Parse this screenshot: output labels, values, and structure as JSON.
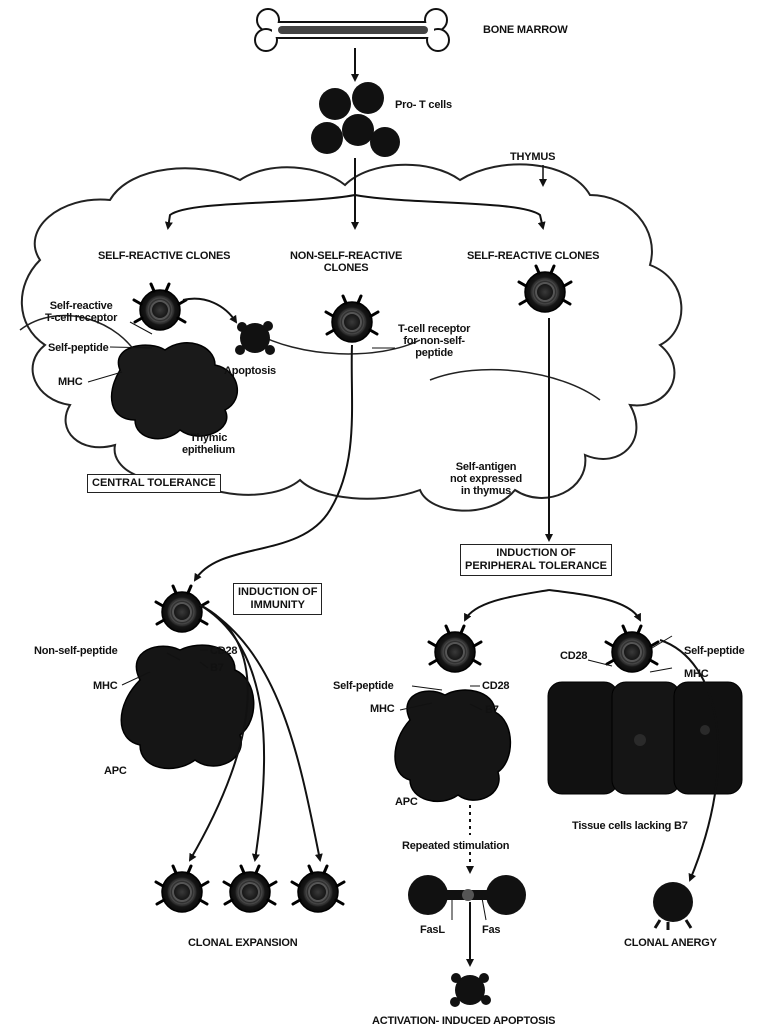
{
  "labels": {
    "bone_marrow": "BONE MARROW",
    "pro_t_cells": "Pro- T cells",
    "thymus": "THYMUS",
    "self_reactive_clones_left": "SELF-REACTIVE CLONES",
    "non_self_reactive_clones": "NON-SELF-REACTIVE\nCLONES",
    "self_reactive_clones_right": "SELF-REACTIVE CLONES",
    "self_reactive_tcr": "Self-reactive\nT-cell receptor",
    "self_peptide_thymus": "Self-peptide",
    "mhc_thymus": "MHC",
    "apoptosis": "Apoptosis",
    "thymic_epithelium": "Thymic\nepithelium",
    "central_tolerance": "CENTRAL TOLERANCE",
    "tcr_non_self": "T-cell receptor\nfor non-self-\npeptide",
    "self_antigen_not_expressed": "Self-antigen\nnot expressed\nin thymus",
    "induction_peripheral_tolerance": "INDUCTION OF\nPERIPHERAL TOLERANCE",
    "induction_immunity": "INDUCTION OF\nIMMUNITY",
    "non_self_peptide": "Non-self-peptide",
    "cd28_left": "CD28",
    "b7_left": "B7",
    "mhc_left": "MHC",
    "apc_left": "APC",
    "self_peptide_mid": "Self-peptide",
    "cd28_mid": "CD28",
    "mhc_mid": "MHC",
    "b7_mid": "B7",
    "apc_mid": "APC",
    "cd28_right": "CD28",
    "self_peptide_right": "Self-peptide",
    "mhc_right": "MHC",
    "tissue_cells_lacking_b7": "Tissue cells lacking B7",
    "repeated_stimulation": "Repeated stimulation",
    "fasl": "FasL",
    "fas": "Fas",
    "clonal_expansion": "CLONAL EXPANSION",
    "clonal_anergy": "CLONAL ANERGY",
    "activation_induced_apoptosis": "ACTIVATION- INDUCED APOPTOSIS"
  },
  "colors": {
    "cell": "#141414",
    "cell_ring": "#5a5a5a",
    "thymus_outline": "#222222",
    "arrow": "#111111"
  }
}
